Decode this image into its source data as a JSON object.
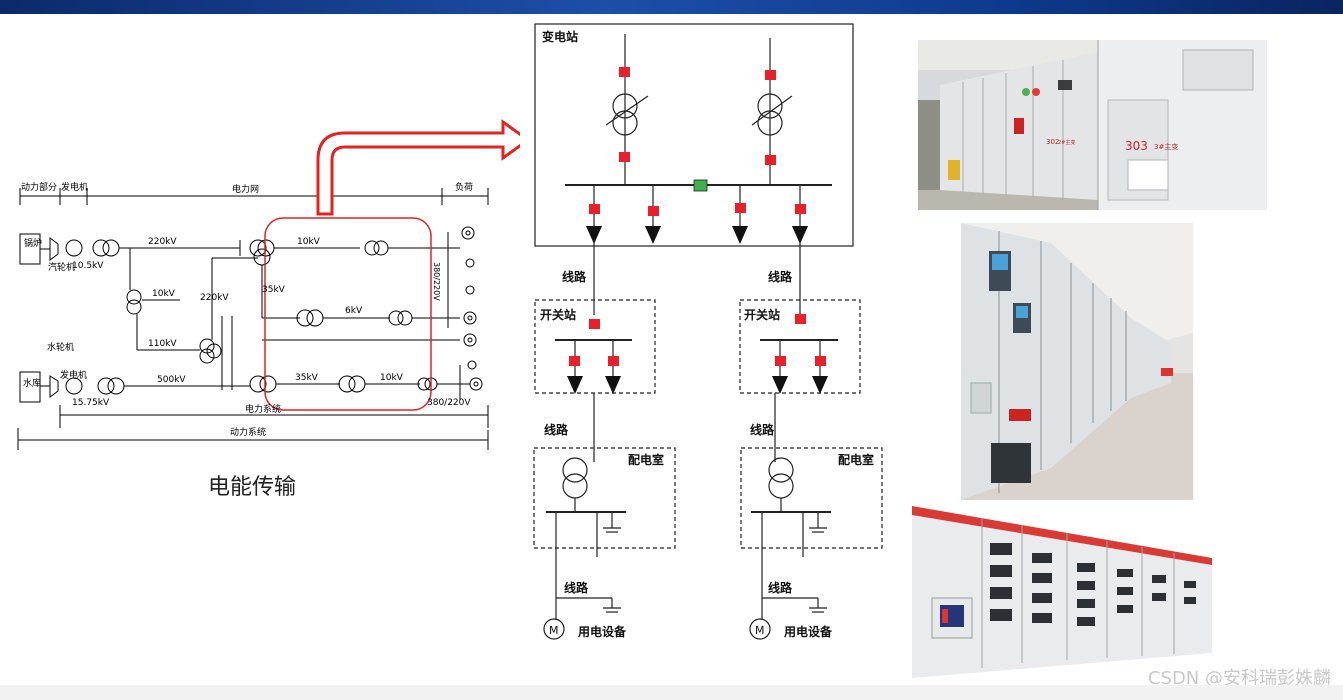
{
  "header": {
    "bar_color": "#1a4596"
  },
  "left_diagram": {
    "top_labels": {
      "power_part": "动力部分",
      "generator": "发电机",
      "grid": "电力网",
      "load": "负荷"
    },
    "boiler": "锅炉",
    "turbine": "汽轮机",
    "hydro_turbine": "水轮机",
    "reservoir": "水库",
    "generator_bottom": "发电机",
    "voltages": {
      "gen1": "10.5kV",
      "line220": "220kV",
      "tap10": "10kV",
      "vertical220": "220kV",
      "v10": "10kV",
      "v35": "35kV",
      "v6": "6kV",
      "v110": "110kV",
      "v500": "500kV",
      "gen2": "15.75kV",
      "v35b": "35kV",
      "v10b": "10kV",
      "v380": "380/220V",
      "v380b": "380/220V"
    },
    "power_system": "电力系统",
    "dynamic_system": "动力系统",
    "caption": "电能传输"
  },
  "center_diagram": {
    "substation": "变电站",
    "line1": "线路",
    "line2": "线路",
    "switch_station1": "开关站",
    "switch_station2": "开关站",
    "line3": "线路",
    "line4": "线路",
    "distribution_room1": "配电室",
    "distribution_room2": "配电室",
    "line5": "线路",
    "line6": "线路",
    "equipment1": "用电设备",
    "equipment2": "用电设备",
    "motor1": "M",
    "motor2": "M",
    "breaker_color": "#e8202a",
    "bus_tie_color": "#3bb34a",
    "arrow_color": "#e8202a"
  },
  "photos": {
    "photo1_labels": {
      "a": "302",
      "a_sub": "2#主变",
      "b": "303",
      "b_sub": "3#主变"
    }
  },
  "watermark": "CSDN @安科瑞彭姝麟"
}
